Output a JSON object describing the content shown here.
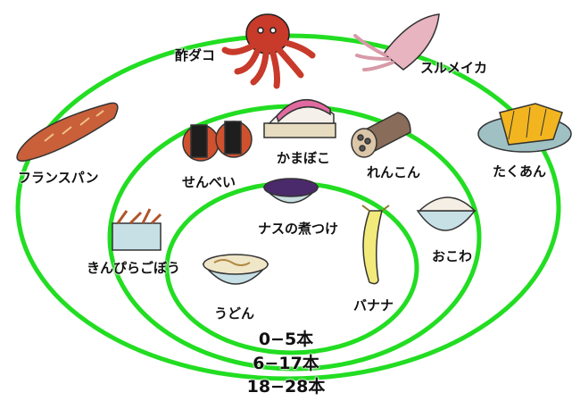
{
  "ring_color": "#22dd22",
  "rings": {
    "inner": "0−5本",
    "middle": "6−17本",
    "outer": "18−28本"
  },
  "foods": {
    "sudako": "酢ダコ",
    "surumeika": "スルメイカ",
    "furansupan": "フランスパン",
    "senbei": "せんべい",
    "kamaboko": "かまぼこ",
    "renkon": "れんこん",
    "takuan": "たくあん",
    "nasu": "ナスの煮つけ",
    "kinpira": "きんぴらごぼう",
    "okowa": "おこわ",
    "udon": "うどん",
    "banana": "バナナ"
  }
}
